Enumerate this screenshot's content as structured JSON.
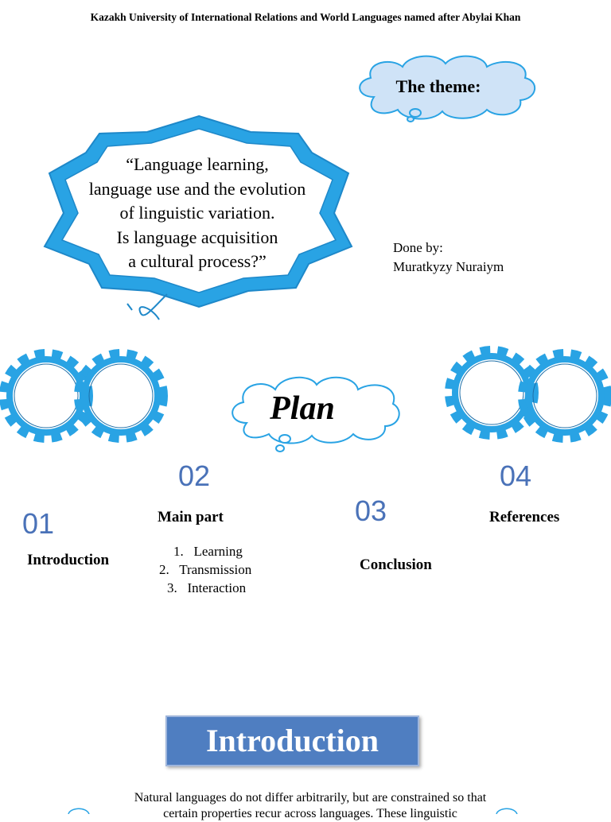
{
  "header": {
    "university": "Kazakh University of International Relations and World Languages named after Abylai Khan"
  },
  "theme": {
    "label": "The theme:",
    "quote_lines": [
      "“Language learning,",
      "language use and the evolution",
      "of linguistic variation.",
      "Is language acquisition",
      "a cultural process?”"
    ]
  },
  "author": {
    "done_by": "Done by:",
    "name": "Muratkyzy Nuraiym"
  },
  "plan": {
    "title": "Plan",
    "sections": [
      {
        "number": "01",
        "title": "Introduction"
      },
      {
        "number": "02",
        "title": "Main part",
        "items": [
          "1.   Learning",
          "2.   Transmission",
          "3.   Interaction"
        ]
      },
      {
        "number": "03",
        "title": "Conclusion"
      },
      {
        "number": "04",
        "title": "References"
      }
    ]
  },
  "introduction": {
    "heading": "Introduction",
    "text": "Natural languages do not differ arbitrarily, but are constrained so that certain properties recur across languages. These linguistic"
  },
  "colors": {
    "accent": "#29a3e4",
    "number_blue": "#4a72b8",
    "banner": "#4f7ec1",
    "cloud_fill": "#cfe3f7"
  },
  "icons": [
    "gear-icon",
    "thought-cloud-icon",
    "star-burst-frame"
  ]
}
